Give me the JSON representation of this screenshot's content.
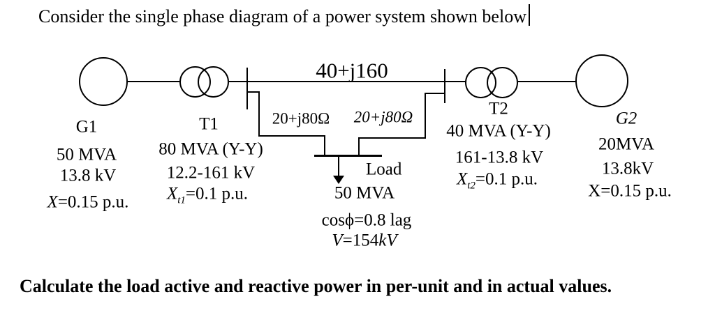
{
  "header": {
    "prompt": "Consider the single phase diagram of a power system shown below"
  },
  "diagram": {
    "line_impedance": "40+j160",
    "feeder_left": "20+j80Ω",
    "feeder_right": "20+j80Ω",
    "g1": {
      "name": "G1",
      "rating": "50 MVA",
      "voltage": "13.8 kV",
      "x_sym": "X",
      "x_rest": "=0.15 p.u."
    },
    "t1": {
      "name": "T1",
      "rating": "80 MVA (Y-Y)",
      "voltage": "12.2-161 kV",
      "x_sym": "X",
      "x_sub": "t1",
      "x_rest": "=0.1 p.u."
    },
    "t2": {
      "name": "T2",
      "rating": "40 MVA (Y-Y)",
      "voltage": "161-13.8 kV",
      "x_sym": "X",
      "x_sub": "t2",
      "x_rest": "=0.1 p.u."
    },
    "g2": {
      "name": "G2",
      "rating": "20MVA",
      "voltage": "13.8kV",
      "x_line": "X=0.15 p.u."
    },
    "load": {
      "name": "Load",
      "rating": "50 MVA",
      "power_factor": "cosϕ=0.8 lag",
      "v_sym": "V",
      "v_val": "=154",
      "v_unit": "kV"
    }
  },
  "footer": {
    "question": "Calculate the load active and reactive power in per-unit and in actual values."
  }
}
